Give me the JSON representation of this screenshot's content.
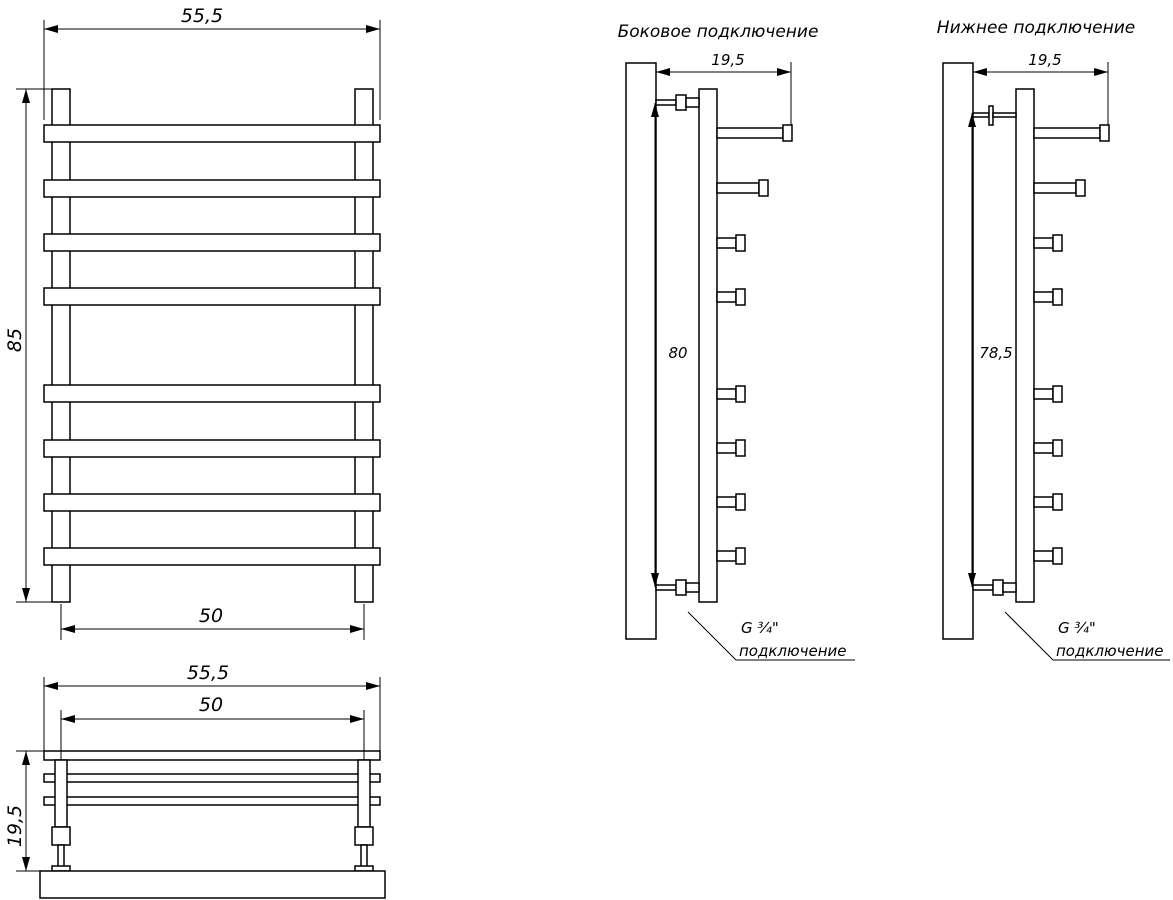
{
  "front_view": {
    "overall_width": "55,5",
    "overall_height": "85",
    "center_distance": "50"
  },
  "top_view": {
    "overall_width": "55,5",
    "center_distance": "50",
    "depth": "19,5"
  },
  "side_connection": {
    "title": "Боковое подключение",
    "depth": "19,5",
    "center_distance": "80",
    "thread": "G ¾\"",
    "thread_label": "подключение"
  },
  "bottom_connection": {
    "title": "Нижнее подключение",
    "depth": "19,5",
    "center_distance": "78,5",
    "thread": "G ¾\"",
    "thread_label": "подключение"
  }
}
